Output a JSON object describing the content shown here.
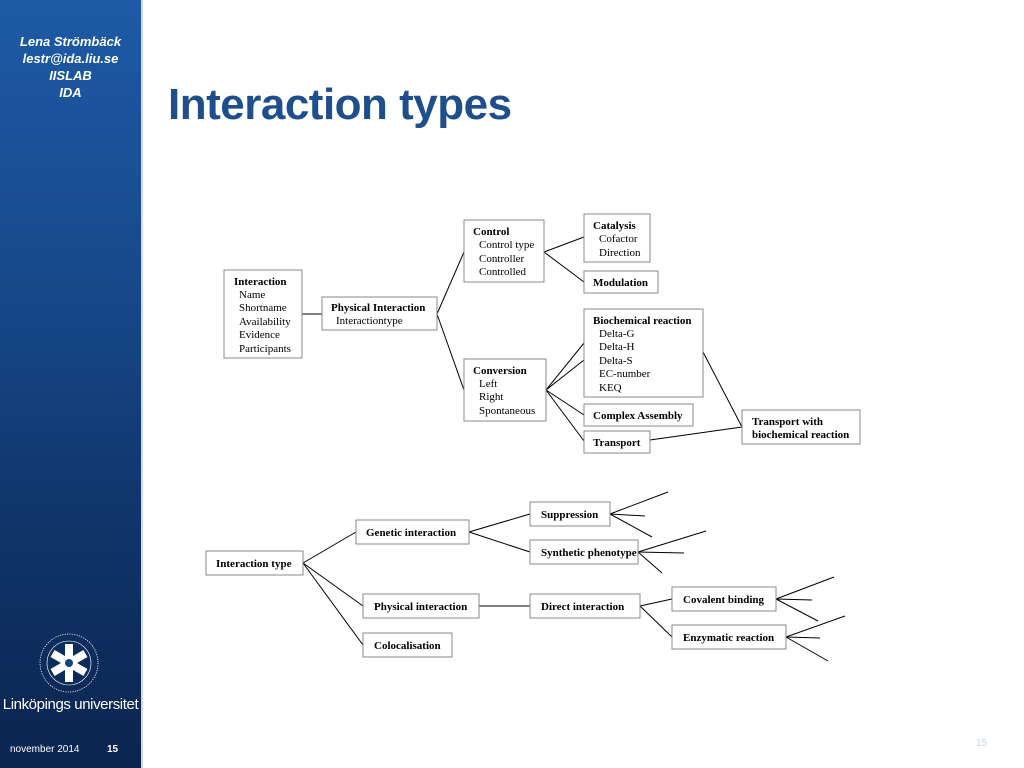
{
  "sidebar": {
    "author": "Lena Strömbäck",
    "email": "lestr@ida.liu.se",
    "lab": "IISLAB",
    "dept": "IDA",
    "university": "Linköpings universitet"
  },
  "footer": {
    "date": "november 2014",
    "page": "15"
  },
  "slide": {
    "title": "Interaction types",
    "page_number": "15"
  },
  "diagram1": {
    "interaction": {
      "title": "Interaction",
      "fields": [
        "Name",
        "Shortname",
        "Availability",
        "Evidence",
        "Participants"
      ]
    },
    "physical": {
      "title": "Physical Interaction",
      "fields": [
        "Interactiontype"
      ]
    },
    "control": {
      "title": "Control",
      "fields": [
        "Control type",
        "Controller",
        "Controlled"
      ]
    },
    "catalysis": {
      "title": "Catalysis",
      "fields": [
        "Cofactor",
        "Direction"
      ]
    },
    "modulation": {
      "title": "Modulation"
    },
    "conversion": {
      "title": "Conversion",
      "fields": [
        "Left",
        "Right",
        "Spontaneous"
      ]
    },
    "biochemical": {
      "title": "Biochemical reaction",
      "fields": [
        "Delta-G",
        "Delta-H",
        "Delta-S",
        "EC-number",
        "KEQ"
      ]
    },
    "complex": {
      "title": "Complex Assembly"
    },
    "transport": {
      "title": "Transport"
    },
    "transport_bio": {
      "line1": "Transport with",
      "line2": "biochemical reaction"
    }
  },
  "diagram2": {
    "root": "Interaction type",
    "genetic": "Genetic interaction",
    "suppression": "Suppression",
    "synthetic": "Synthetic phenotype",
    "physical": "Physical interaction",
    "direct": "Direct interaction",
    "covalent": "Covalent binding",
    "enzymatic": "Enzymatic reaction",
    "colocalisation": "Colocalisation"
  }
}
